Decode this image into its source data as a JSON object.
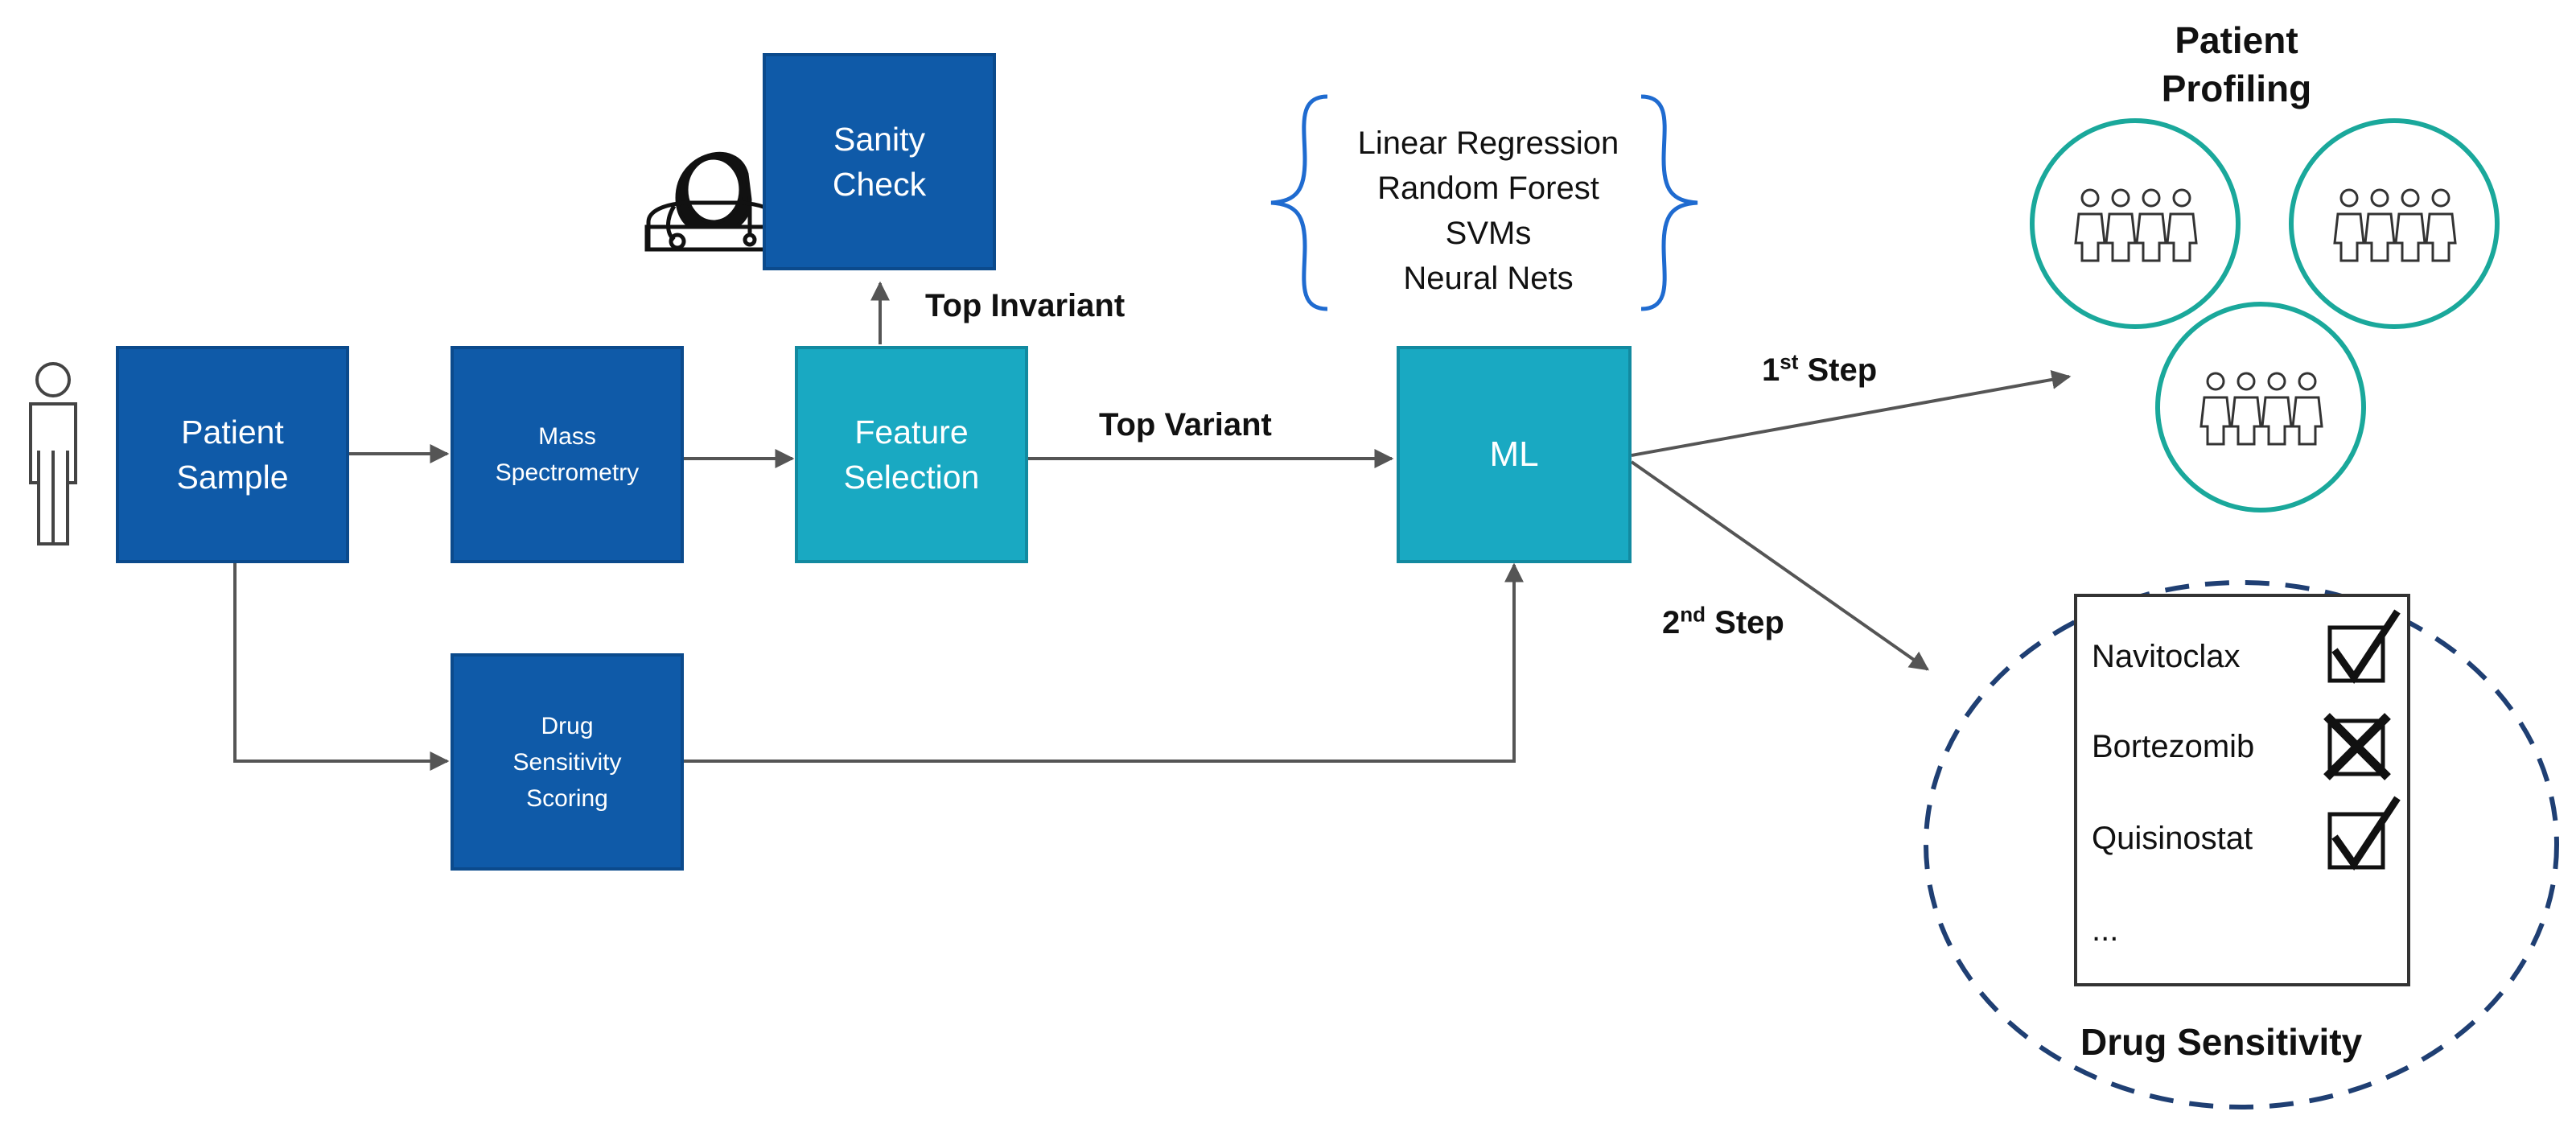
{
  "nodes": {
    "patient_sample": "Patient Sample",
    "mass_spectrometry": "Mass Spectrometry",
    "feature_selection": "Feature Selection",
    "sanity_check": "Sanity Check",
    "ml": "ML",
    "drug_sensitivity_scoring": "Drug Sensitivity Scoring"
  },
  "edges": {
    "top_invariant": "Top Invariant",
    "top_variant": "Top Variant",
    "step1_num": "1",
    "step1_sup": "st",
    "step1_word": "Step",
    "step2_num": "2",
    "step2_sup": "nd",
    "step2_word": "Step"
  },
  "models": [
    "Linear Regression",
    "Random Forest",
    "SVMs",
    "Neural Nets"
  ],
  "patient_profiling": {
    "title": "Patient Profiling",
    "groups": 3
  },
  "drug_sensitivity": {
    "title": "Drug Sensitivity",
    "drugs": [
      {
        "name": "Navitoclax",
        "status": "check"
      },
      {
        "name": "Bortezomib",
        "status": "cross"
      },
      {
        "name": "Quisinostat",
        "status": "check"
      }
    ],
    "ellipsis": "..."
  },
  "colors": {
    "dark_blue": "#0f5aa8",
    "teal": "#19a9c2",
    "circle_outline": "#1aa89b",
    "dashed_outline": "#1f3f73",
    "brace": "#1f6bd0",
    "arrow": "#555555"
  },
  "icons": [
    "person-icon",
    "doctor-icon",
    "people-group-icon",
    "checkbox-checked-icon",
    "checkbox-crossed-icon"
  ]
}
